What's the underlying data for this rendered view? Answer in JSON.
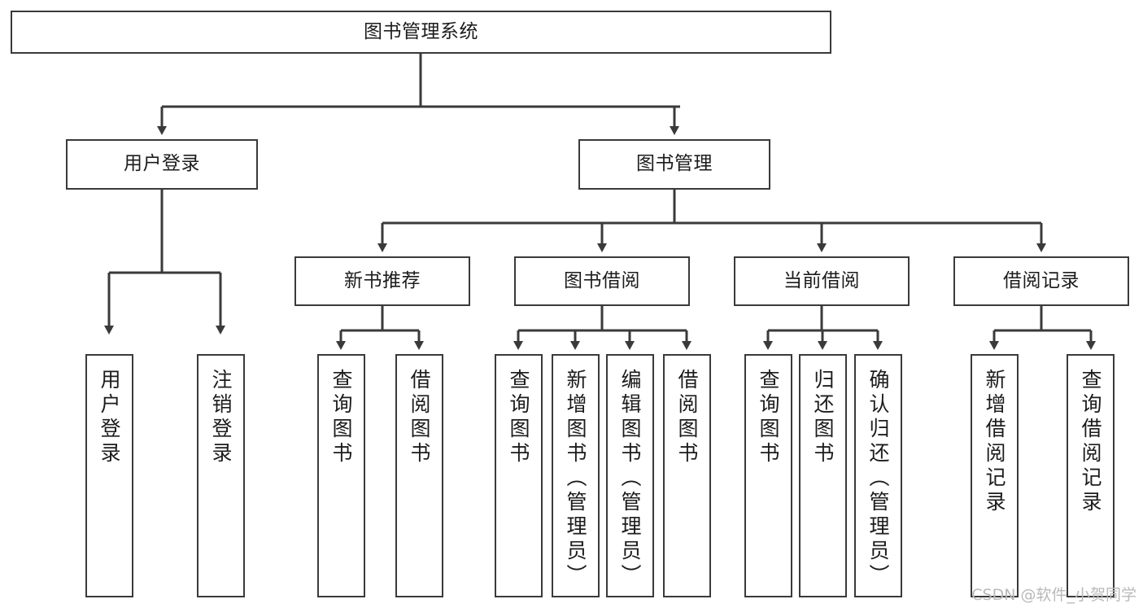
{
  "diagram": {
    "type": "tree-hierarchy-diagram",
    "title": "图书管理系统",
    "watermark": "CSDN @软件_小贺同学",
    "colors": {
      "box_border": "#3a3a3a",
      "box_fill": "#ffffff",
      "edge": "#3a3a3a",
      "text": "#1c1c1c",
      "watermark": "#b9b9b9"
    },
    "root": {
      "label": "图书管理系统"
    },
    "level2": [
      {
        "label": "用户登录"
      },
      {
        "label": "图书管理"
      }
    ],
    "level3": [
      {
        "label": "新书推荐"
      },
      {
        "label": "图书借阅"
      },
      {
        "label": "当前借阅"
      },
      {
        "label": "借阅记录"
      }
    ],
    "leaves": {
      "user_login": [
        {
          "label": "用户登录"
        },
        {
          "label": "注销登录"
        }
      ],
      "new_book_recommend": [
        {
          "label": "查询图书"
        },
        {
          "label": "借阅图书"
        }
      ],
      "book_borrow": [
        {
          "label": "查询图书"
        },
        {
          "label": "新增图书（管理员）"
        },
        {
          "label": "编辑图书（管理员）"
        },
        {
          "label": "借阅图书"
        }
      ],
      "current_borrow": [
        {
          "label": "查询图书"
        },
        {
          "label": "归还图书"
        },
        {
          "label": "确认归还（管理员）"
        }
      ],
      "borrow_record": [
        {
          "label": "新增借阅记录"
        },
        {
          "label": "查询借阅记录"
        }
      ]
    }
  }
}
